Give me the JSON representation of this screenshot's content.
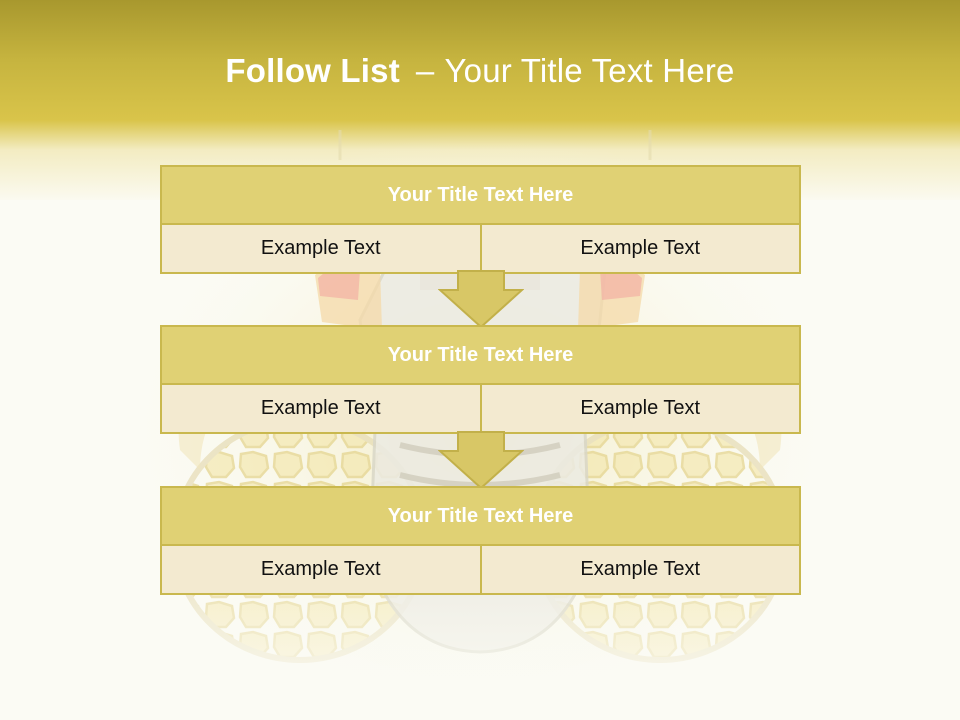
{
  "title": {
    "bold_part": "Follow List",
    "separator": "–",
    "rest": "Your Title Text Here"
  },
  "blocks": [
    {
      "title": "Your Title Text Here",
      "left": "Example Text",
      "right": "Example Text"
    },
    {
      "title": "Your Title Text Here",
      "left": "Example Text",
      "right": "Example Text"
    },
    {
      "title": "Your Title Text Here",
      "left": "Example Text",
      "right": "Example Text"
    }
  ],
  "colors": {
    "header_gold": "#d9c44a",
    "block_title_bg": "#e0d174",
    "block_cell_bg": "#f3ead0",
    "border": "#c9b84e"
  }
}
